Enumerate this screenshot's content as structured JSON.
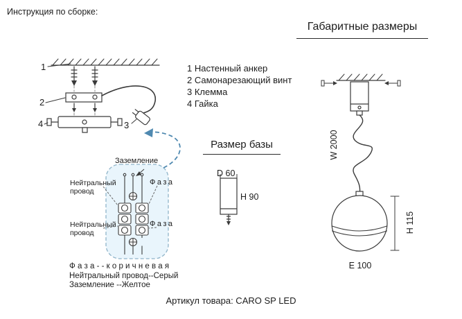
{
  "header": {
    "instructions_title": "Инструкция по сборке:",
    "dimensions_title": "Габаритные размеры"
  },
  "parts": {
    "items": [
      "1 Настенный анкер",
      "2 Самонарезающий винт",
      "3 Клемма",
      "4 Гайка"
    ]
  },
  "assembly": {
    "callout_1": "1",
    "callout_2": "2",
    "callout_3": "3",
    "callout_4": "4"
  },
  "wiring": {
    "ground_label": "Заземление",
    "neutral_top": "Нейтральный провод",
    "neutral_bottom": "Нейтральный провод",
    "phase_top": "Фаза",
    "phase_bottom": "Фаза",
    "legend": {
      "phase": "Ф а з а - - к о р и ч н е в а я",
      "neutral": "Нейтральный провод--Серый",
      "ground": "Заземление --Желтое"
    },
    "box_fill": "#e9f5fc",
    "box_stroke": "#8fb4c9",
    "arrow_color": "#4f89b0"
  },
  "base": {
    "title": "Размер базы",
    "diameter": "D 60",
    "height": "H 90"
  },
  "lamp": {
    "wire_length": "W 2000",
    "height_label": "H 115",
    "width_label": "E 100"
  },
  "footer": {
    "article": "Артикул товара: CARO SP LED"
  }
}
